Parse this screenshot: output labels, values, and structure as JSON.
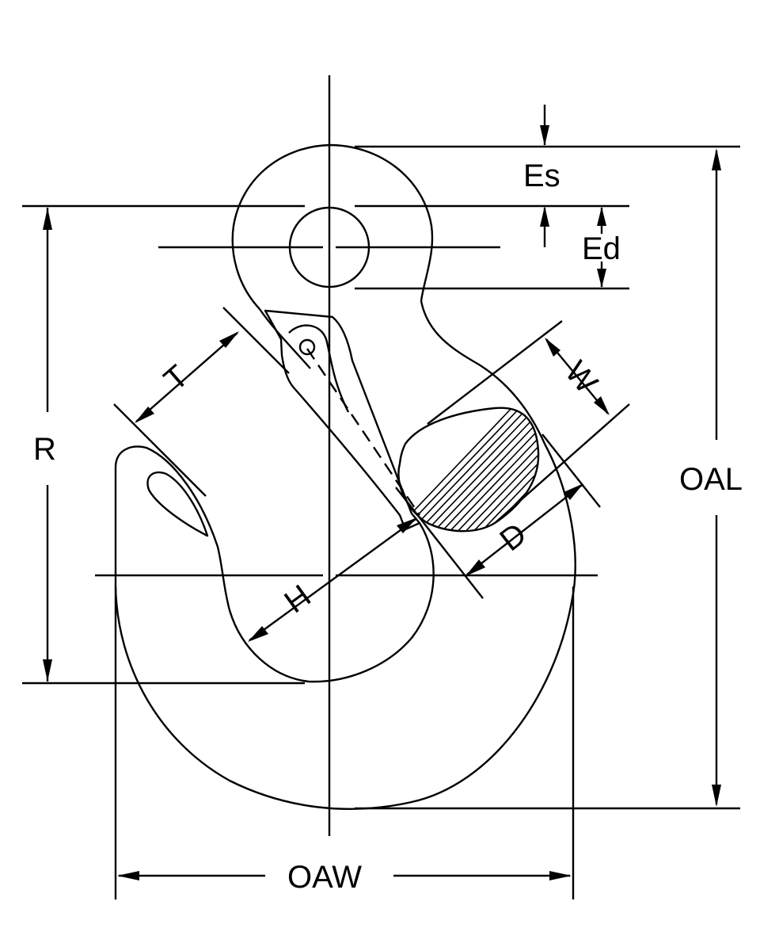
{
  "labels": {
    "es": "Es",
    "ed": "Ed",
    "r": "R",
    "t": "T",
    "w": "W",
    "d": "D",
    "h": "H",
    "oal": "OAL",
    "oaw": "OAW"
  },
  "colors": {
    "line": "#000000",
    "background": "#ffffff"
  }
}
